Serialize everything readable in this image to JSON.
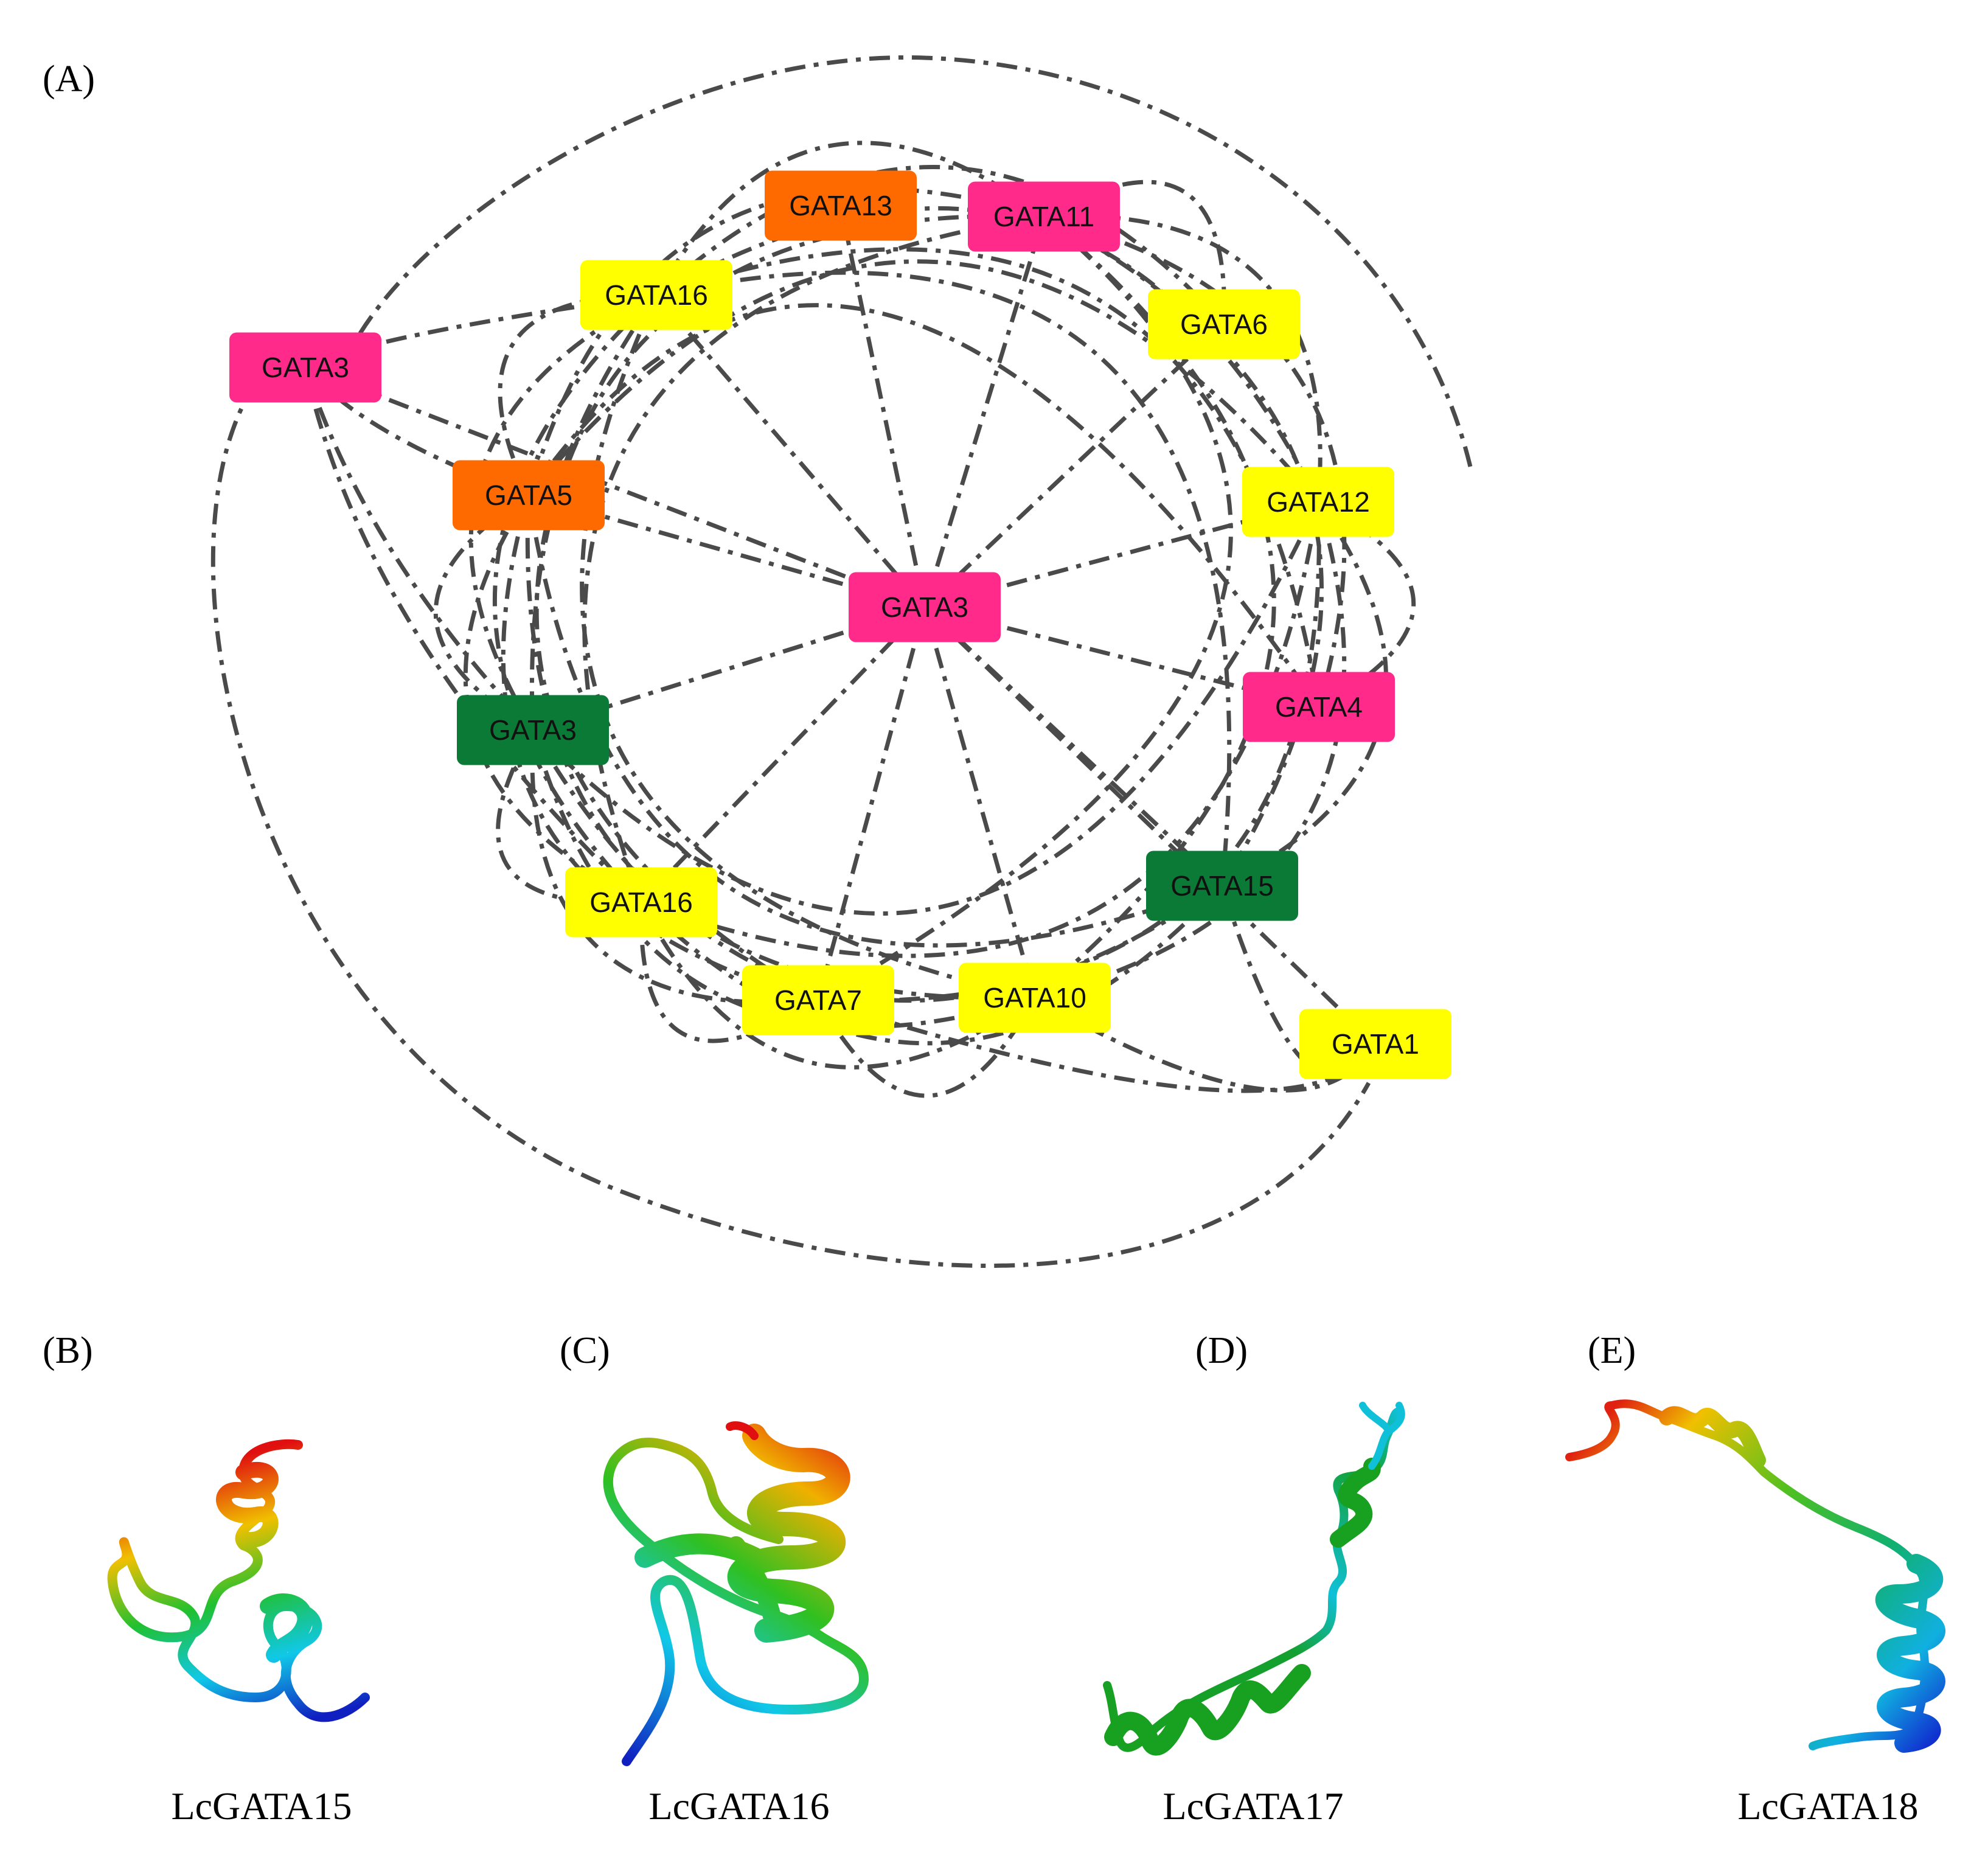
{
  "colors": {
    "pink": "#ff2a8a",
    "orange": "#ff6a00",
    "yellow": "#ffff00",
    "green": "#0a7a36",
    "edge": "#4a4a4a"
  },
  "panels": {
    "a": "(A)",
    "b": "(B)",
    "c": "(C)",
    "d": "(D)",
    "e": "(E)"
  },
  "network": {
    "center": {
      "id": "n0",
      "label": "GATA3",
      "color": "pink"
    },
    "nodes": [
      {
        "id": "n1",
        "label": "GATA13",
        "color": "orange"
      },
      {
        "id": "n2",
        "label": "GATA11",
        "color": "pink"
      },
      {
        "id": "n3",
        "label": "GATA16",
        "color": "yellow"
      },
      {
        "id": "n4",
        "label": "GATA6",
        "color": "yellow"
      },
      {
        "id": "n5",
        "label": "GATA3",
        "color": "pink"
      },
      {
        "id": "n6",
        "label": "GATA5",
        "color": "orange"
      },
      {
        "id": "n7",
        "label": "GATA12",
        "color": "yellow"
      },
      {
        "id": "n8",
        "label": "GATA4",
        "color": "pink"
      },
      {
        "id": "n9",
        "label": "GATA3",
        "color": "green"
      },
      {
        "id": "n10",
        "label": "GATA16",
        "color": "yellow"
      },
      {
        "id": "n11",
        "label": "GATA15",
        "color": "green"
      },
      {
        "id": "n12",
        "label": "GATA7",
        "color": "yellow"
      },
      {
        "id": "n13",
        "label": "GATA10",
        "color": "yellow"
      },
      {
        "id": "n14",
        "label": "GATA1",
        "color": "yellow"
      }
    ]
  },
  "structures": [
    {
      "id": "s15",
      "caption": "LcGATA15"
    },
    {
      "id": "s16",
      "caption": "LcGATA16"
    },
    {
      "id": "s17",
      "caption": "LcGATA17"
    },
    {
      "id": "s18",
      "caption": "LcGATA18"
    }
  ]
}
